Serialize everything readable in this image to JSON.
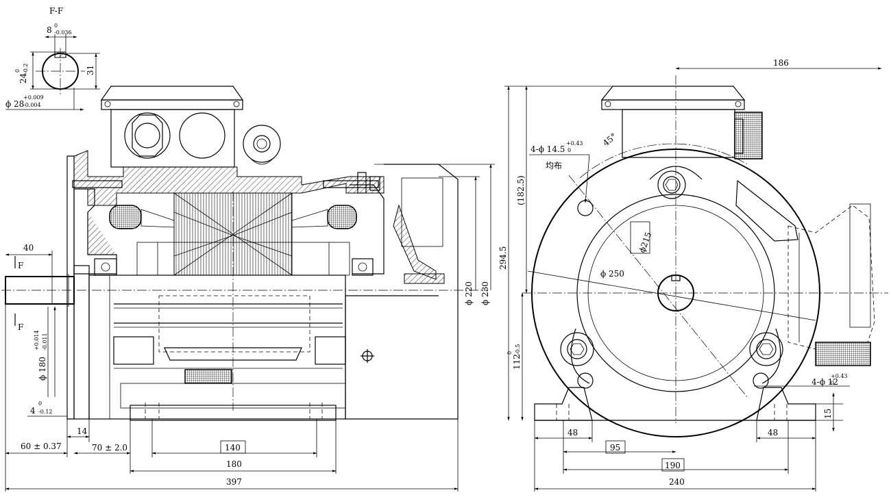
{
  "section_view": {
    "title": "F-F",
    "key_width": {
      "nominal": "8",
      "upper": "0",
      "lower": "-0.036"
    },
    "key_depth": {
      "nominal": "24",
      "upper": "0",
      "lower": "-0.2"
    },
    "shaft_dia": {
      "nominal": "ϕ 28",
      "upper": "+0.009",
      "lower": "-0.004"
    },
    "height": "31"
  },
  "side_view": {
    "shaft_length": "40",
    "section_marker": "F",
    "spigot_dia": {
      "nominal": "ϕ 180",
      "upper": "+0.014",
      "lower": "-0.011"
    },
    "flange_thickness": {
      "nominal": "4",
      "upper": "0",
      "lower": "-0.12"
    },
    "dim_14": "14",
    "dim_60": "60 ± 0.37",
    "dim_70": "70 ± 2.0",
    "dim_140": "140",
    "dim_180": "180",
    "dim_397": "397",
    "dia_220": "ϕ 220",
    "dia_230": "ϕ 230",
    "height_2945": "294.5"
  },
  "end_view": {
    "dim_186": "186",
    "height_1825": "(182.5)",
    "holes_top": {
      "nominal": "4-ϕ 14.5",
      "upper": "+0.43",
      "lower": "0"
    },
    "evenly": "均布",
    "angle": "45°",
    "dia_215": "ϕ215",
    "dia_250": "ϕ 250",
    "height_112": {
      "nominal": "112",
      "upper": "0",
      "lower": "-0.5"
    },
    "holes_bottom": {
      "nominal": "4-ϕ 12",
      "upper": "+0.43",
      "lower": "0"
    },
    "dim_15": "15",
    "dim_48_left": "48",
    "dim_48_right": "48",
    "dim_95": "95",
    "dim_190": "190",
    "dim_240": "240"
  }
}
